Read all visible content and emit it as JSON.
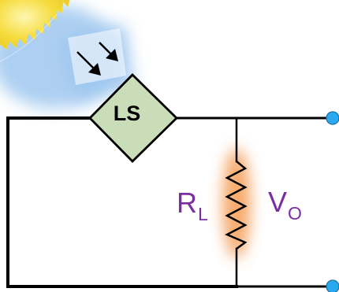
{
  "components": {
    "sensor": {
      "label": "LS"
    },
    "resistor": {
      "symbol": "R",
      "subscript": "L"
    },
    "output": {
      "symbol": "V",
      "subscript": "O"
    }
  },
  "colors": {
    "wire": "#000000",
    "sensor_fill": "#c8ddb8",
    "sensor_stroke": "#000000",
    "terminal_fill": "#2aa9ee",
    "resistor_glow": "#f6a05c",
    "label_text": "#7a2fa1",
    "sun_fill": "#f5dc3c",
    "sky_glow": "#9fc7ef"
  },
  "icons": {
    "light_source": "sun-icon",
    "light_rays": "arrow-down-right-icon"
  }
}
